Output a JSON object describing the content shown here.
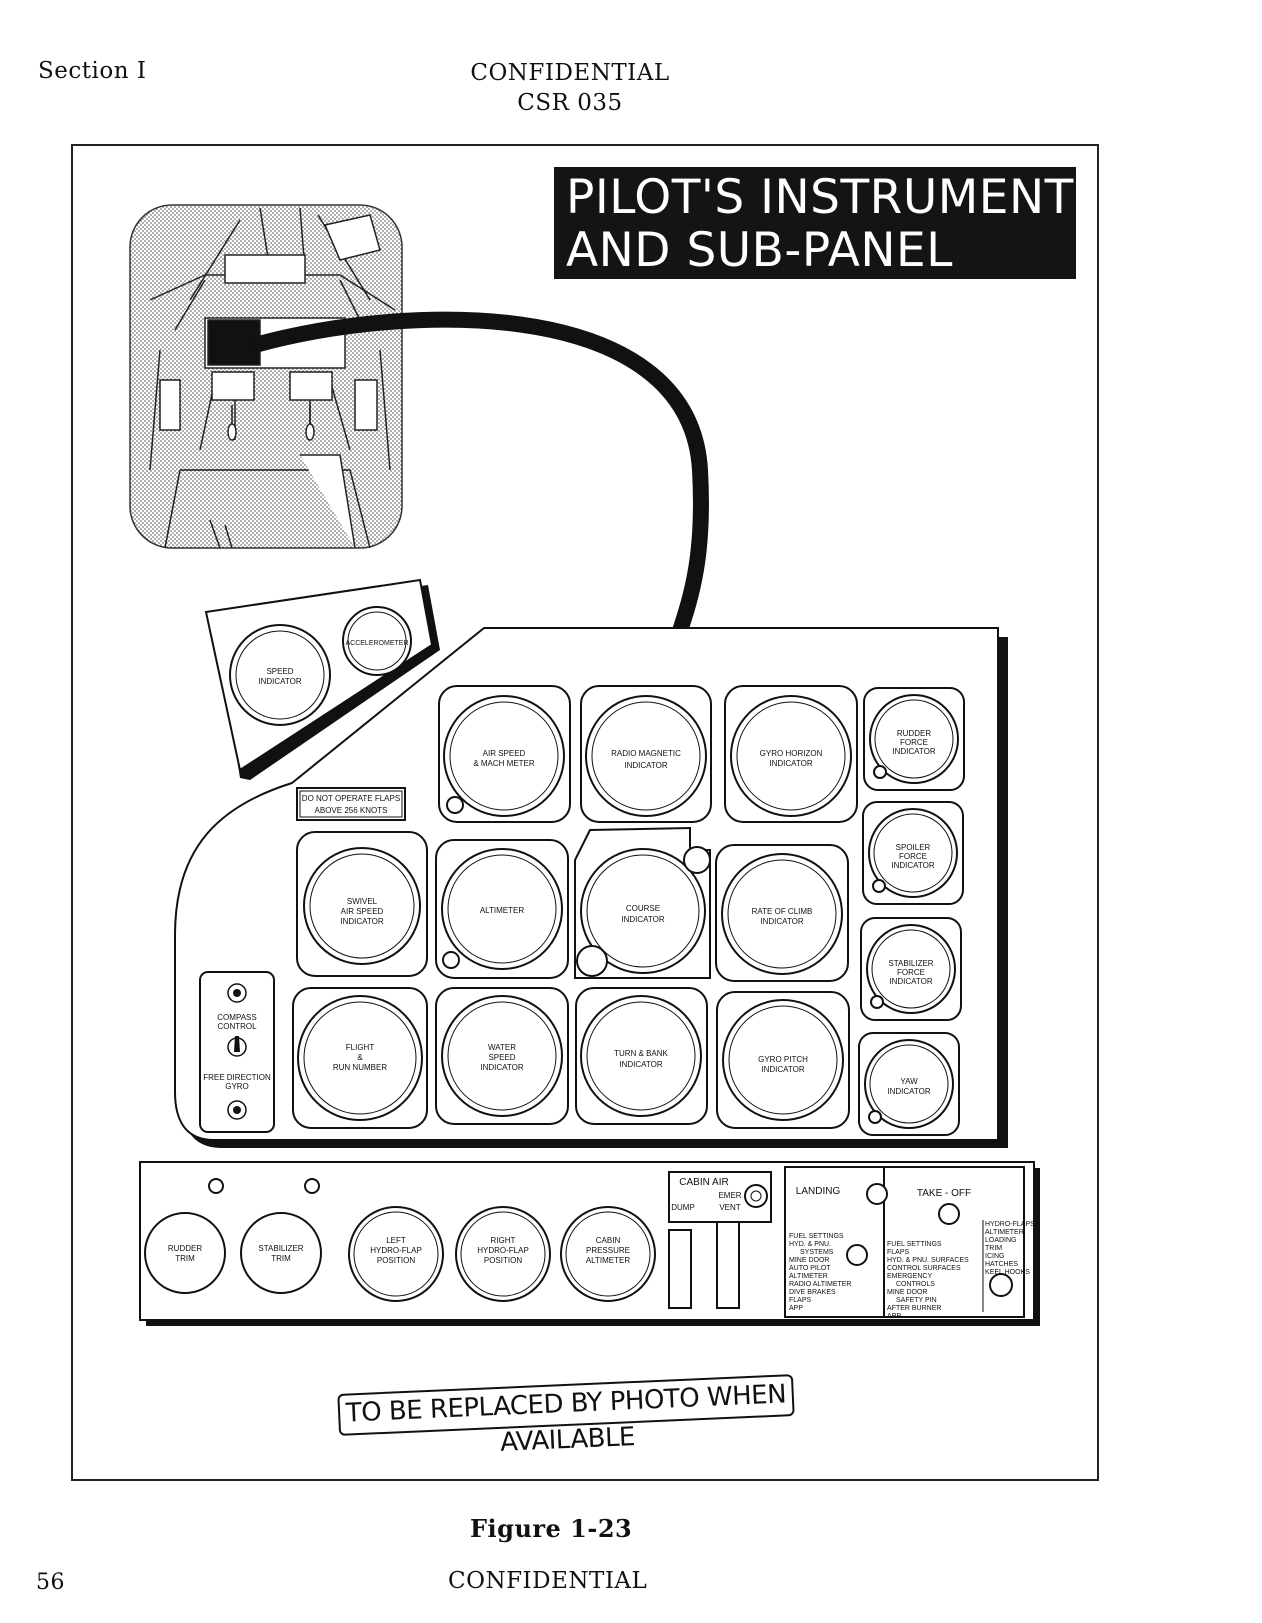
{
  "header": {
    "section": "Section I",
    "classification": "CONFIDENTIAL",
    "document_number": "CSR 035"
  },
  "figure": {
    "title_line1": "PILOT'S INSTRUMENT",
    "title_line2": "AND SUB-PANEL",
    "caption": "Figure 1-23",
    "replace_note": "TO BE REPLACED BY PHOTO WHEN AVAILABLE"
  },
  "instruments": {
    "speed_indicator": [
      "SPEED",
      "INDICATOR"
    ],
    "accelerometer": "ACCELEROMETER",
    "warning_placard": [
      "DO NOT OPERATE FLAPS",
      "ABOVE 256 KNOTS"
    ],
    "air_speed": [
      "AIR SPEED",
      "& MACH METER"
    ],
    "radio_magnetic": [
      "RADIO MAGNETIC",
      "INDICATOR"
    ],
    "gyro_horizon": [
      "GYRO HORIZON",
      "INDICATOR"
    ],
    "rudder_force": [
      "RUDDER",
      "FORCE",
      "INDICATOR"
    ],
    "spoiler_force": [
      "SPOILER",
      "FORCE",
      "INDICATOR"
    ],
    "stabilizer_force": [
      "STABILIZER",
      "FORCE",
      "INDICATOR"
    ],
    "yaw": [
      "YAW",
      "INDICATOR"
    ],
    "swivel_air_speed": [
      "SWIVEL",
      "AIR SPEED",
      "INDICATOR"
    ],
    "altimeter": "ALTIMETER",
    "course": [
      "COURSE",
      "INDICATOR"
    ],
    "rate_of_climb": [
      "RATE OF CLIMB",
      "INDICATOR"
    ],
    "flight_run": [
      "FLIGHT",
      "&",
      "RUN NUMBER"
    ],
    "water_speed": [
      "WATER",
      "SPEED",
      "INDICATOR"
    ],
    "turn_bank": [
      "TURN & BANK",
      "INDICATOR"
    ],
    "gyro_pitch": [
      "GYRO PITCH",
      "INDICATOR"
    ],
    "compass_control": [
      "COMPASS",
      "CONTROL"
    ],
    "free_direction": [
      "FREE DIRECTION",
      "GYRO"
    ]
  },
  "sub_panel": {
    "rudder_trim": [
      "RUDDER",
      "TRIM"
    ],
    "stabilizer_trim": [
      "STABILIZER",
      "TRIM"
    ],
    "left_flap": [
      "LEFT",
      "HYDRO-FLAP",
      "POSITION"
    ],
    "right_flap": [
      "RIGHT",
      "HYDRO-FLAP",
      "POSITION"
    ],
    "cabin_pressure": [
      "CABIN",
      "PRESSURE",
      "ALTIMETER"
    ],
    "cabin_air": "CABIN AIR",
    "emer": "EMER",
    "dump": "DUMP",
    "vent": "VENT",
    "landing_title": "LANDING",
    "landing_items": [
      "FUEL SETTINGS",
      "HYD. & PNU.",
      "SYSTEMS",
      "MINE DOOR",
      "AUTO PILOT",
      "ALTIMETER",
      "RADIO ALTIMETER",
      "DIVE BRAKES",
      "FLAPS",
      "APP"
    ],
    "takeoff_title": "TAKE - OFF",
    "takeoff_items": [
      "FUEL SETTINGS",
      "FLAPS",
      "HYD. & PNU. SURFACES",
      "CONTROL SURFACES",
      "EMERGENCY",
      "CONTROLS",
      "MINE DOOR",
      "SAFETY PIN",
      "AFTER BURNER",
      "APP"
    ],
    "takeoff_side_items": [
      "HYDRO-FLAPS",
      "ALTIMETER",
      "LOADING",
      "TRIM",
      "ICING",
      "HATCHES",
      "KEEL HOOKS"
    ]
  },
  "footer": {
    "page_number": "56",
    "classification": "CONFIDENTIAL"
  }
}
